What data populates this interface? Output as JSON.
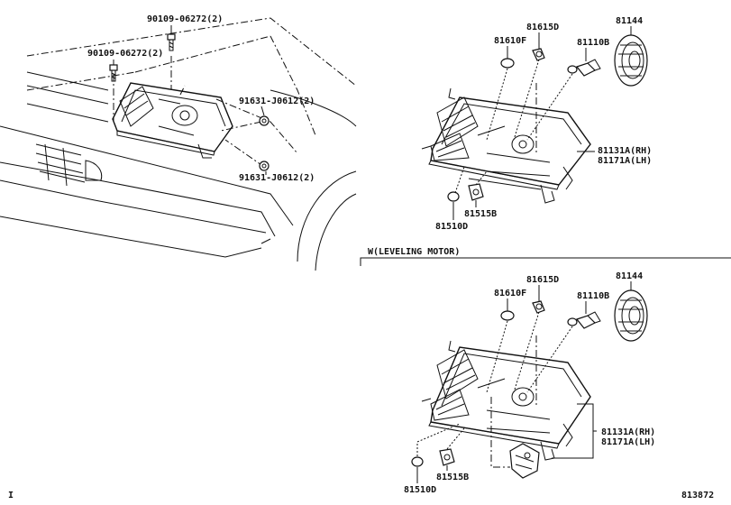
{
  "labels": {
    "left_bolt_top": "90109-06272(2)",
    "left_bolt_mid": "90109-06272(2)",
    "left_nut_upper": "91631-J0612(2)",
    "left_nut_lower": "91631-J0612(2)",
    "top_bulb_socket": "81615D",
    "top_bulb": "81610F",
    "top_cap": "81144",
    "top_main_bulb": "81110B",
    "top_unit_rh": "81131A(RH)",
    "top_unit_lh": "81171A(LH)",
    "top_small_bulb": "81510D",
    "top_socket": "81515B",
    "section_title": "W(LEVELING MOTOR)",
    "bot_bulb_socket": "81615D",
    "bot_bulb": "81610F",
    "bot_cap": "81144",
    "bot_main_bulb": "81110B",
    "bot_unit_rh": "81131A(RH)",
    "bot_unit_lh": "81171A(LH)",
    "bot_small_bulb": "81510D",
    "bot_socket": "81515B",
    "diagram_number": "813872",
    "corner_mark": "I"
  }
}
